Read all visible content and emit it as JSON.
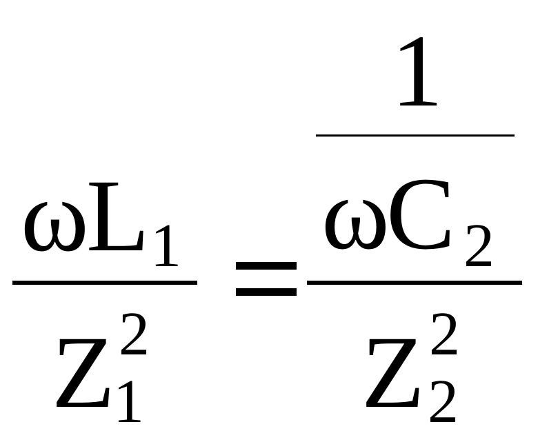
{
  "equation": {
    "left": {
      "numerator": {
        "omega": "ω",
        "symbol": "L",
        "subscript": "1"
      },
      "denominator": {
        "symbol": "Z",
        "superscript": "2",
        "subscript": "1"
      }
    },
    "equals": "=",
    "right": {
      "numerator": {
        "one": "1",
        "inner_denominator": {
          "omega": "ω",
          "symbol": "C",
          "subscript": "2"
        }
      },
      "denominator": {
        "symbol": "Z",
        "superscript": "2",
        "subscript": "2"
      }
    }
  },
  "colors": {
    "text": "#000000",
    "background": "#ffffff"
  }
}
